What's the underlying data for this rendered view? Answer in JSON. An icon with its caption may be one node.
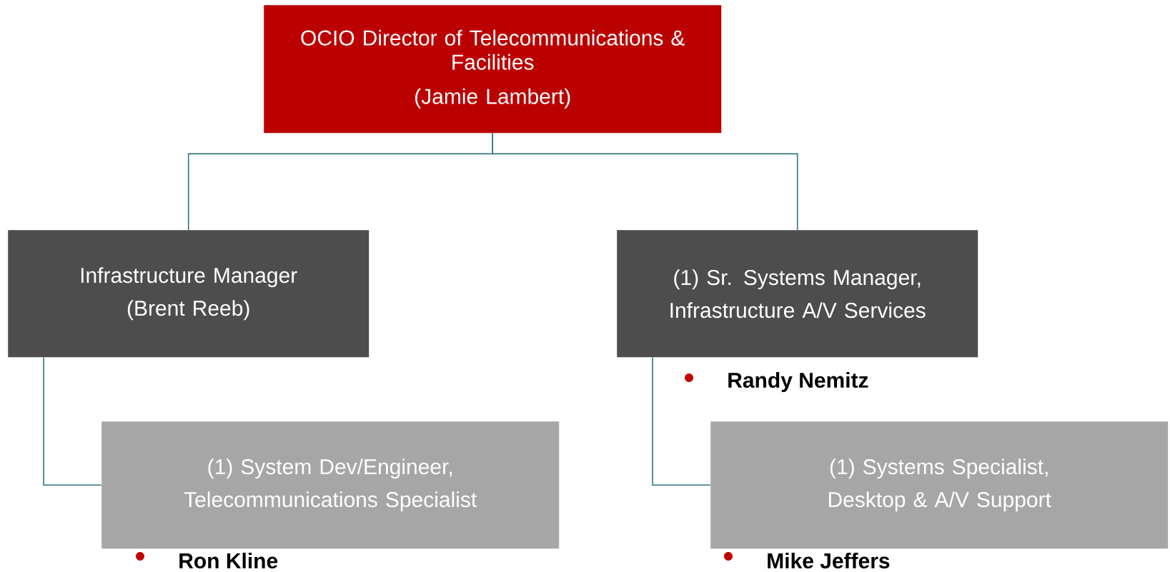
{
  "diagram": {
    "nodes": [
      {
        "text": [
          "OCIO Director of Telecommunications & Facilities",
          "(Jamie Lambert)"
        ]
      },
      {
        "text": [
          "Infrastructure Manager",
          "(Brent Reeb)"
        ]
      },
      {
        "text": [
          "(1) Sr. Systems Manager, Infrastructure A/V Services"
        ],
        "beside": [
          "Randy Nemitz"
        ]
      },
      {
        "text": [
          "(1) System Dev/Engineer, Telecommunications Specialist"
        ],
        "beside": [
          "Ron Kline"
        ]
      },
      {
        "text": [
          "(1) Systems Specialist, Desktop & A/V Support"
        ],
        "beside": [
          "Mike Jeffers"
        ]
      }
    ],
    "edges": [
      {
        "from": 0,
        "to": 1,
        "arrow": "none"
      },
      {
        "from": 0,
        "to": 2,
        "arrow": "none"
      },
      {
        "from": 1,
        "to": 3,
        "arrow": "none"
      },
      {
        "from": 2,
        "to": 4,
        "arrow": "none"
      }
    ]
  }
}
